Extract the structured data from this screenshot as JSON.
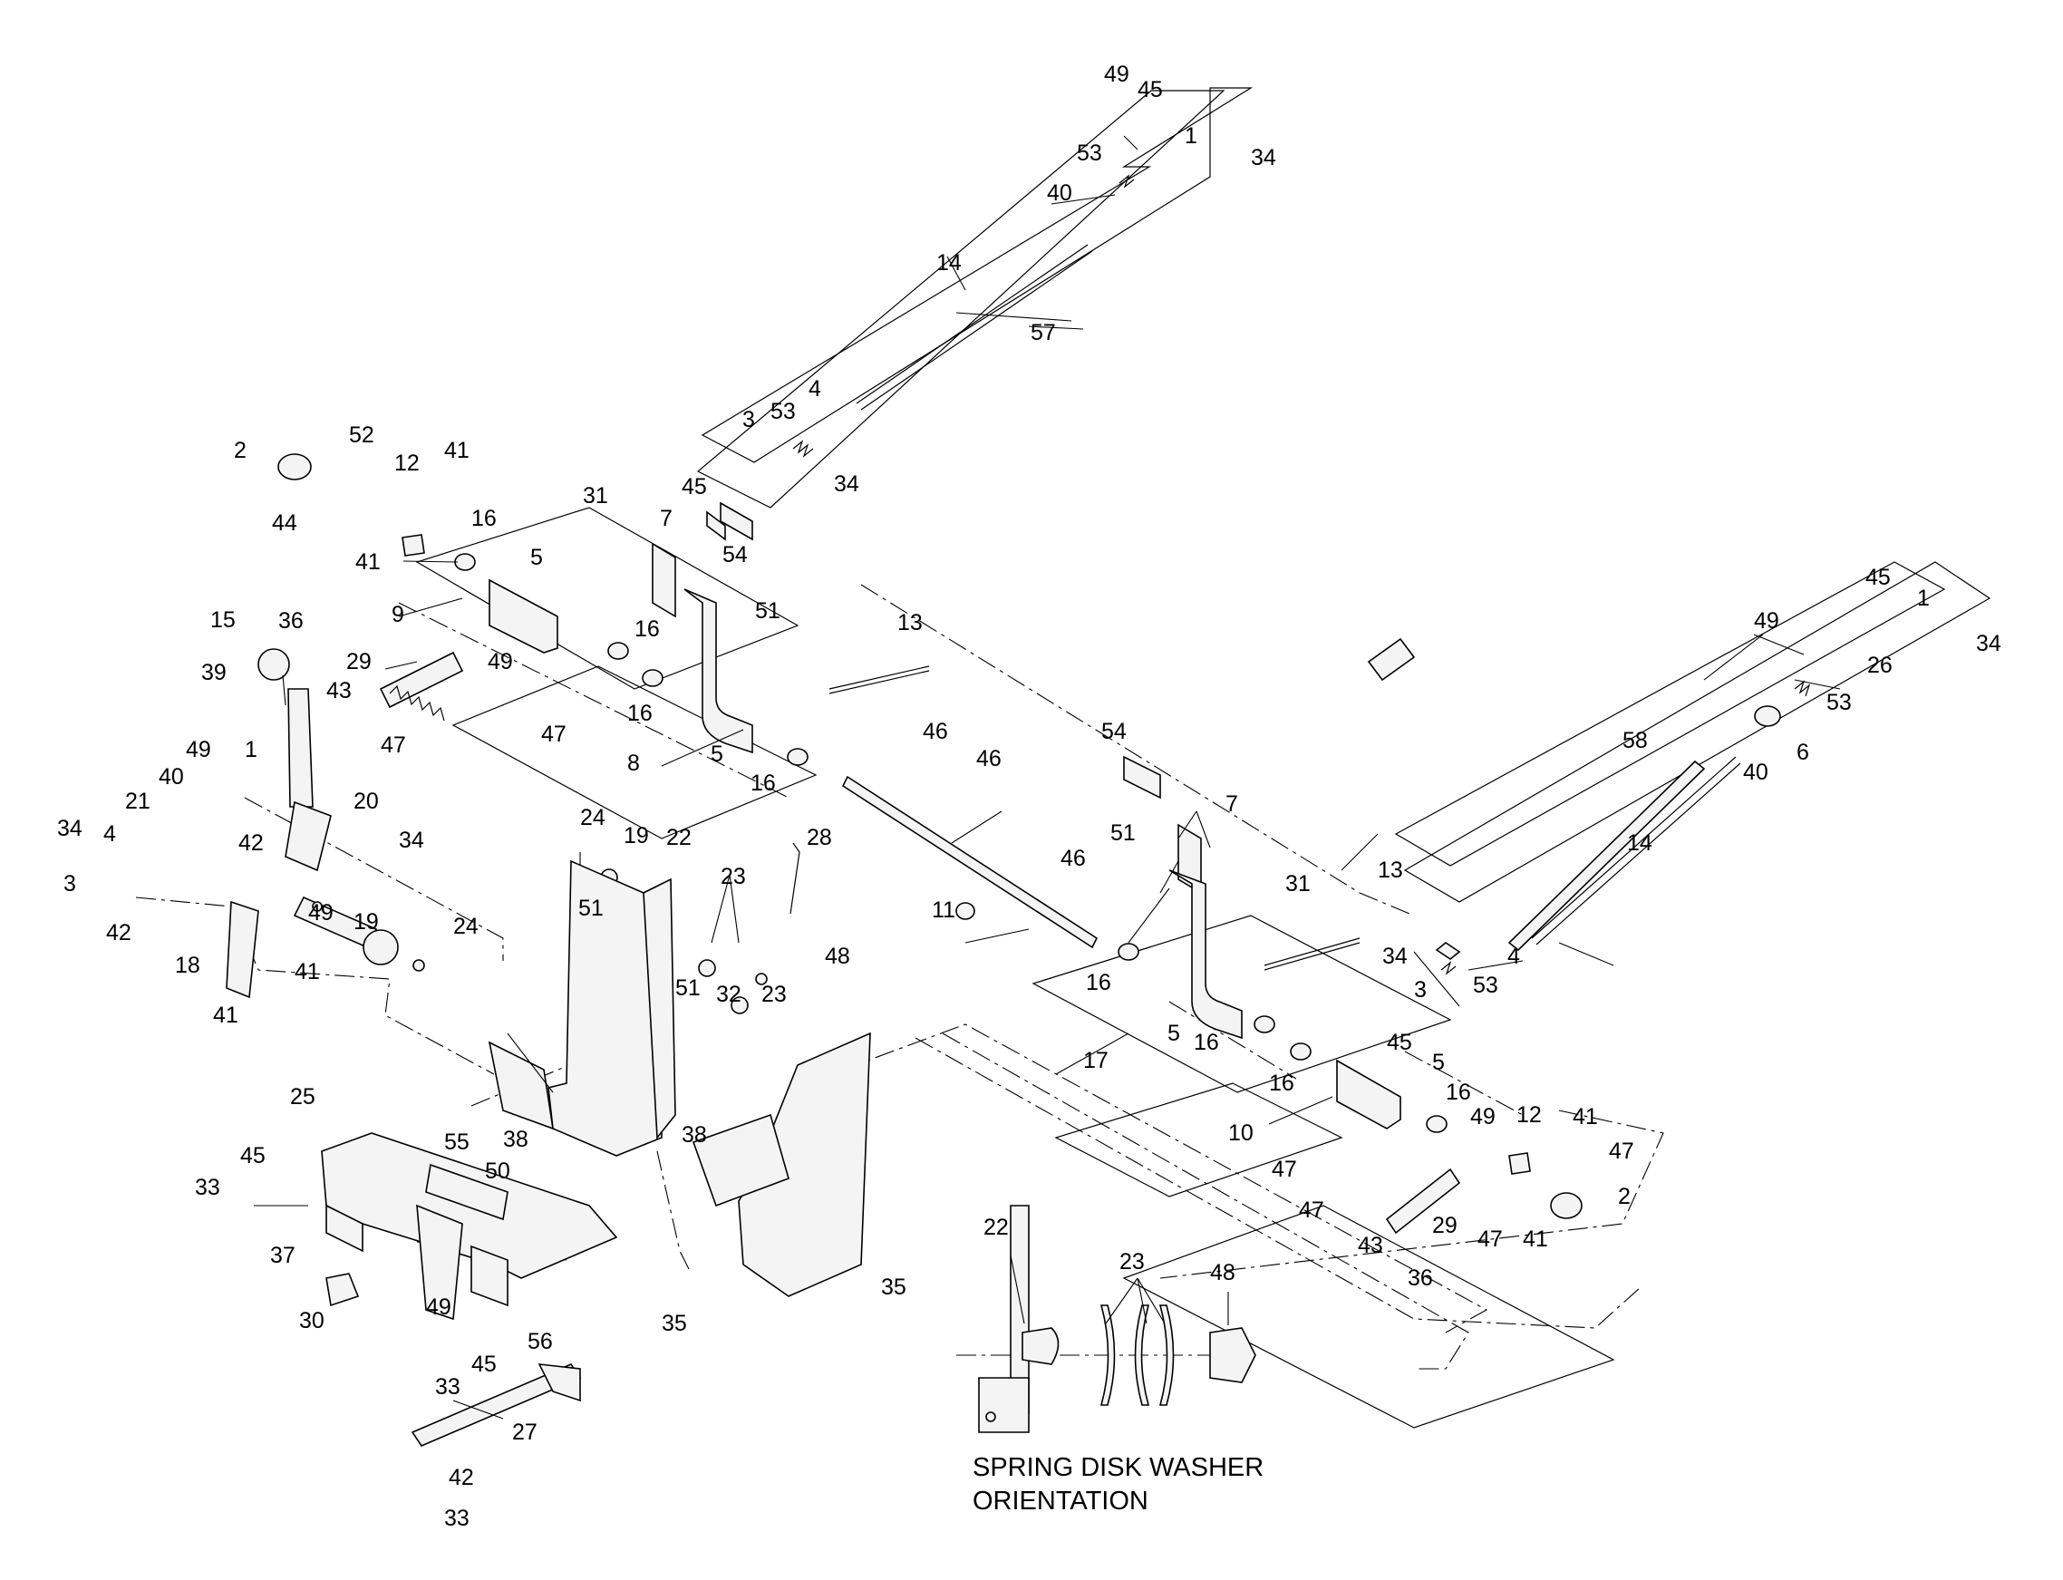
{
  "diagram": {
    "callouts": [
      "49",
      "45",
      "1",
      "53",
      "34",
      "40",
      "14",
      "57",
      "3",
      "53",
      "4",
      "45",
      "34",
      "2",
      "52",
      "12",
      "41",
      "44",
      "41",
      "16",
      "5",
      "31",
      "7",
      "54",
      "51",
      "9",
      "15",
      "36",
      "29",
      "49",
      "16",
      "39",
      "43",
      "47",
      "47",
      "16",
      "8",
      "13",
      "5",
      "16",
      "46",
      "46",
      "49",
      "1",
      "40",
      "21",
      "42",
      "34",
      "4",
      "3",
      "20",
      "34",
      "42",
      "19",
      "24",
      "49",
      "18",
      "41",
      "41",
      "24",
      "19",
      "22",
      "23",
      "28",
      "51",
      "51",
      "32",
      "23",
      "48",
      "11",
      "46",
      "54",
      "7",
      "51",
      "31",
      "13",
      "34",
      "3",
      "53",
      "45",
      "16",
      "5",
      "16",
      "17",
      "5",
      "16",
      "16",
      "49",
      "10",
      "47",
      "12",
      "41",
      "47",
      "47",
      "29",
      "43",
      "36",
      "47",
      "41",
      "2",
      "49",
      "45",
      "1",
      "34",
      "26",
      "53",
      "6",
      "58",
      "40",
      "14",
      "4",
      "25",
      "55",
      "38",
      "50",
      "38",
      "45",
      "33",
      "37",
      "30",
      "49",
      "56",
      "45",
      "33",
      "35",
      "35",
      "27",
      "42",
      "33",
      "22",
      "23",
      "48"
    ],
    "caption_line1": "SPRING DISK WASHER",
    "caption_line2": "ORIENTATION"
  }
}
